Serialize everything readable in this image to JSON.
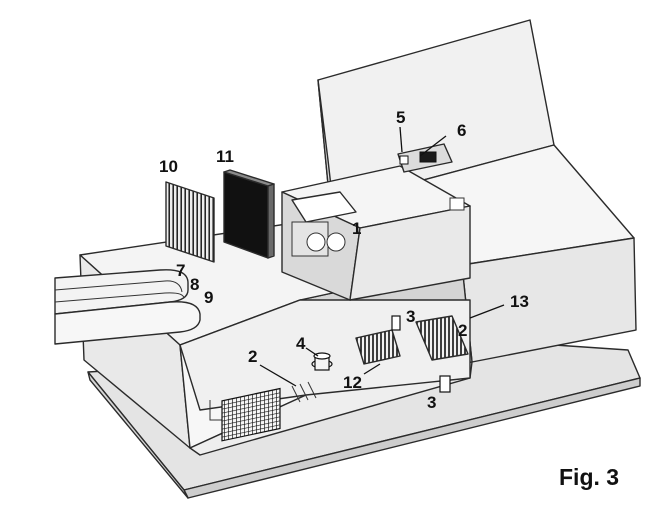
{
  "figure": {
    "caption": "Fig. 3",
    "part_labels": {
      "p1": "1",
      "p2_left": "2",
      "p2_right": "2",
      "p3_top": "3",
      "p3_bottom": "3",
      "p4": "4",
      "p5": "5",
      "p6": "6",
      "p7": "7",
      "p8": "8",
      "p9": "9",
      "p10": "10",
      "p11": "11",
      "p12": "12",
      "p13": "13"
    },
    "colors": {
      "outline": "#2b2b2b",
      "face_light": "#f4f4f4",
      "face_mid": "#e2e2e2",
      "face_dark": "#cfcfcf",
      "module_shade": "#d8d8d8",
      "filter_dark": "#111111"
    }
  }
}
